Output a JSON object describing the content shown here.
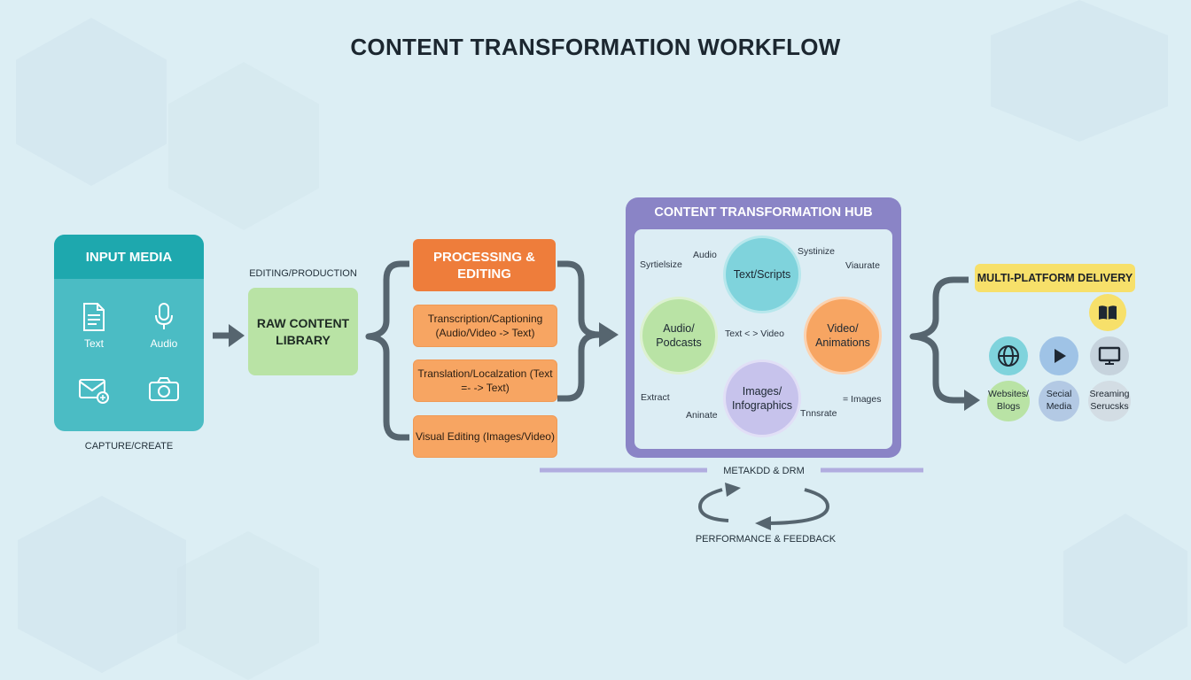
{
  "title": "CONTENT TRANSFORMATION WORKFLOW",
  "input_media": {
    "header": "INPUT MEDIA",
    "items": [
      {
        "label": "Text",
        "icon": "document-icon"
      },
      {
        "label": "Audio",
        "icon": "microphone-icon"
      },
      {
        "label": "",
        "icon": "email-icon"
      },
      {
        "label": "",
        "icon": "camera-icon"
      }
    ],
    "caption": "CAPTURE/CREATE"
  },
  "editing_label": "EDITING/PRODUCTION",
  "raw_library": "RAW CONTENT LIBRARY",
  "processing": {
    "header": "PROCESSING & EDITING",
    "items": [
      "Transcription/Captioning (Audio/Video -> Text)",
      "Translation/Localzation (Text =- -> Text)",
      "Visual Editing (Images/Video)"
    ]
  },
  "hub": {
    "title": "CONTENT TRANSFORMATION HUB",
    "nodes": {
      "text": "Text/Scripts",
      "audio": "Audio/ Podcasts",
      "video": "Video/ Animations",
      "images": "Images/ Infographics"
    },
    "labels": {
      "synthesize_left": "Syrtielsize",
      "audio": "Audio",
      "synthesize_right": "Systinize",
      "narrate": "Viaurate",
      "text_video": "Text < > Video",
      "extract": "Extract",
      "animate": "Aninate",
      "translate": "Tnnsrate",
      "images": "= Images"
    }
  },
  "metadata_label": "METAKDD & DRM",
  "feedback_label": "PERFORMANCE & FEEDBACK",
  "delivery": {
    "header": "MULTI-PLATFORM DELIVERY",
    "book_icon": "book-icon",
    "channels": [
      {
        "label": "Websites/ Blogs",
        "icon": "globe-icon"
      },
      {
        "label": "Secial Media",
        "icon": "play-icon"
      },
      {
        "label": "Sreaming Serucsks",
        "icon": "monitor-icon"
      }
    ]
  },
  "colors": {
    "input_panel": "#4bbcc4",
    "input_header": "#1ea8ae",
    "raw_library": "#b9e3a5",
    "processing_header": "#ee7d3b",
    "processing_item": "#f7a562",
    "hub_frame": "#8a84c6",
    "text_node": "#7fd3dc",
    "audio_node": "#b9e3a5",
    "video_node": "#f7a562",
    "images_node": "#c7c3ec",
    "delivery_header": "#f7e06a",
    "arrow": "#56656f"
  }
}
